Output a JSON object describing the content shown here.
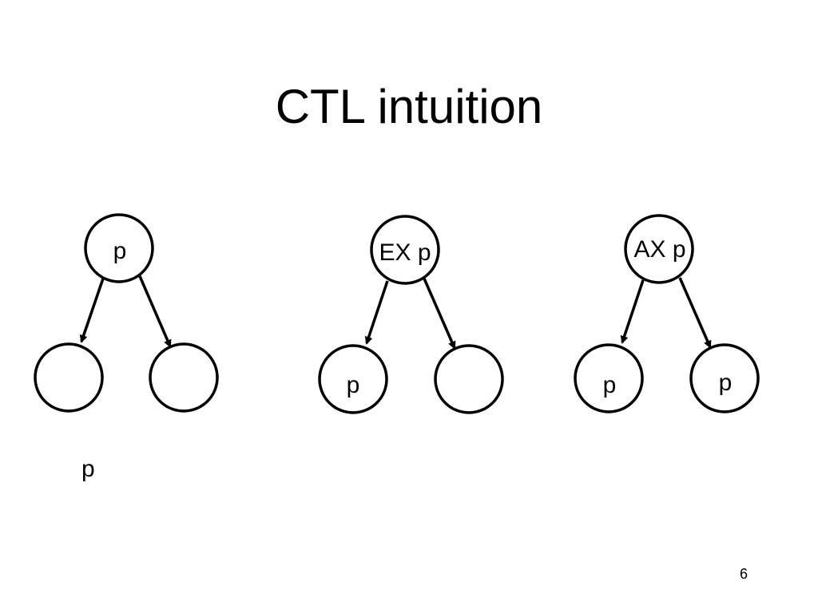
{
  "slide": {
    "title": "CTL intuition",
    "page_number": "6"
  },
  "trees": [
    {
      "root": "p",
      "left_child": "",
      "right_child": ""
    },
    {
      "root": "EX p",
      "left_child": "p",
      "right_child": ""
    },
    {
      "root": "AX p",
      "left_child": "p",
      "right_child": "p"
    }
  ],
  "free_label": "p",
  "colors": {
    "stroke": "#000000",
    "fill": "#ffffff"
  }
}
